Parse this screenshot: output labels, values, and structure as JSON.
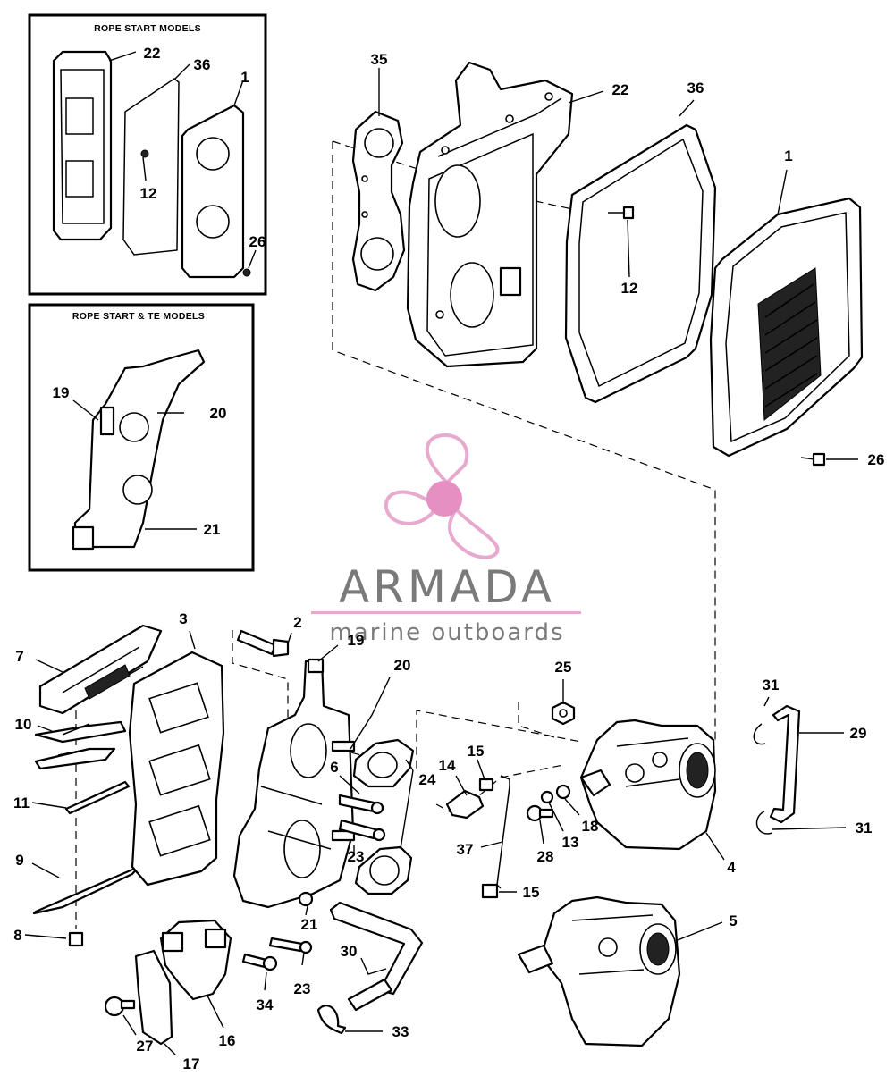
{
  "insets": {
    "rope_start": {
      "title": "ROPE START MODELS",
      "callouts": [
        "22",
        "36",
        "1",
        "12",
        "26"
      ]
    },
    "rope_start_te": {
      "title": "ROPE START & TE MODELS",
      "callouts": [
        "19",
        "20",
        "21"
      ]
    }
  },
  "watermark": {
    "name": "ARMADA",
    "tagline": "marine outboards",
    "colors": {
      "icon": "#e8a9cf",
      "icon_center": "#e58fc3",
      "text": "#7a7a7a",
      "rule": "#e8a9cf"
    }
  },
  "callouts": {
    "c35": "35",
    "c22": "22",
    "c36": "36",
    "c1": "1",
    "c12": "12",
    "c26": "26",
    "c2": "2",
    "c3": "3",
    "c7": "7",
    "c10": "10",
    "c11": "11",
    "c9": "9",
    "c8": "8",
    "c19": "19",
    "c20": "20",
    "c6": "6",
    "c24": "24",
    "c23a": "23",
    "c21": "21",
    "c23b": "23",
    "c34": "34",
    "c27": "27",
    "c17": "17",
    "c16": "16",
    "c30": "30",
    "c33": "33",
    "c25": "25",
    "c14": "14",
    "c15a": "15",
    "c37": "37",
    "c15b": "15",
    "c28": "28",
    "c13": "13",
    "c18": "18",
    "c4": "4",
    "c5": "5",
    "c31a": "31",
    "c29": "29",
    "c31b": "31"
  }
}
